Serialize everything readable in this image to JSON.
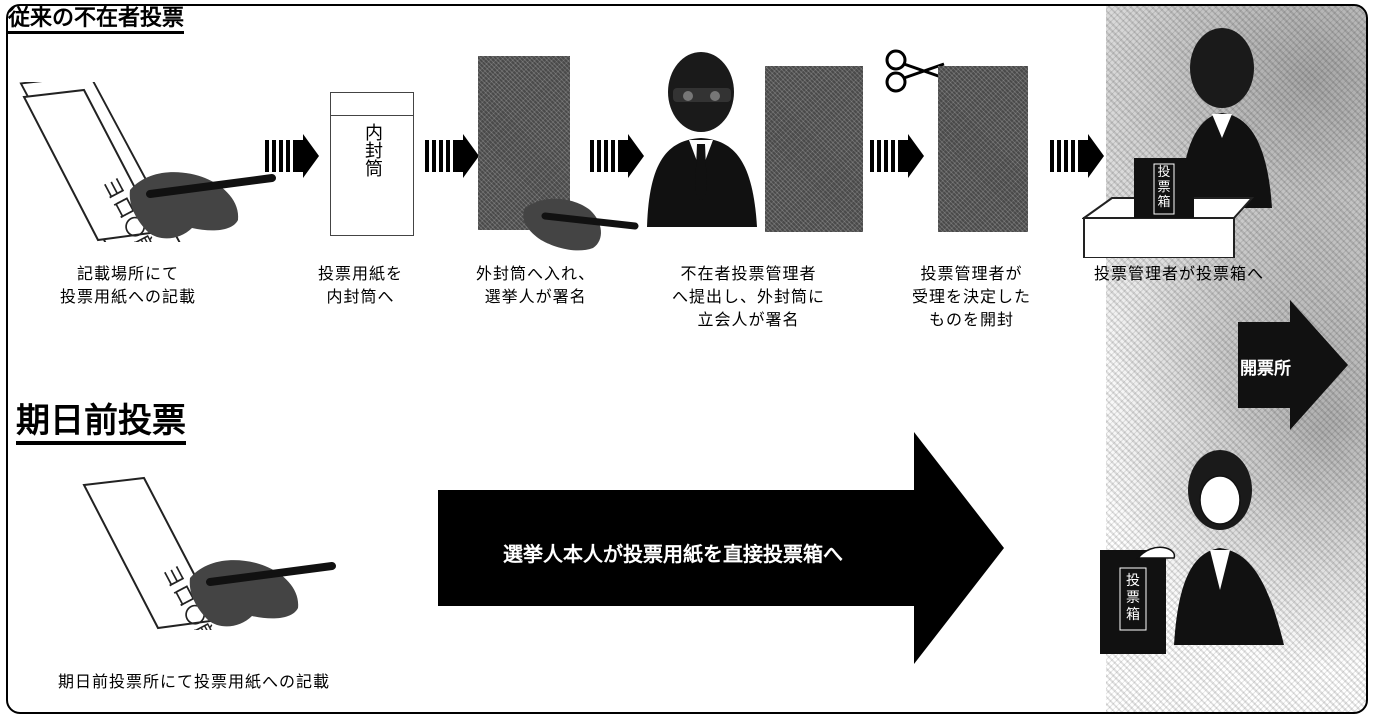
{
  "sections": {
    "traditional_title": "従来の不在者投票",
    "early_title": "期日前投票"
  },
  "steps": [
    {
      "line1": "記載場所にて",
      "line2": "投票用紙への記載",
      "line3": ""
    },
    {
      "line1": "投票用紙を",
      "line2": "内封筒へ",
      "line3": ""
    },
    {
      "line1": "外封筒へ入れ、",
      "line2": "選挙人が署名",
      "line3": ""
    },
    {
      "line1": "不在者投票管理者",
      "line2": "へ提出し、外封筒に",
      "line3": "立会人が署名"
    },
    {
      "line1": "投票管理者が",
      "line2": "受理を決定した",
      "line3": "ものを開封"
    },
    {
      "line1": "投票管理者が投票箱へ",
      "line2": "",
      "line3": ""
    }
  ],
  "inner_envelope_text": "内封筒",
  "ballot_card_text": "ヨロ〇郎",
  "ballot_box_text": "投票箱",
  "count_station_label": "開票所",
  "early": {
    "arrow_text": "選挙人本人が投票用紙を直接投票箱へ",
    "caption": "期日前投票所にて投票用紙への記載"
  }
}
